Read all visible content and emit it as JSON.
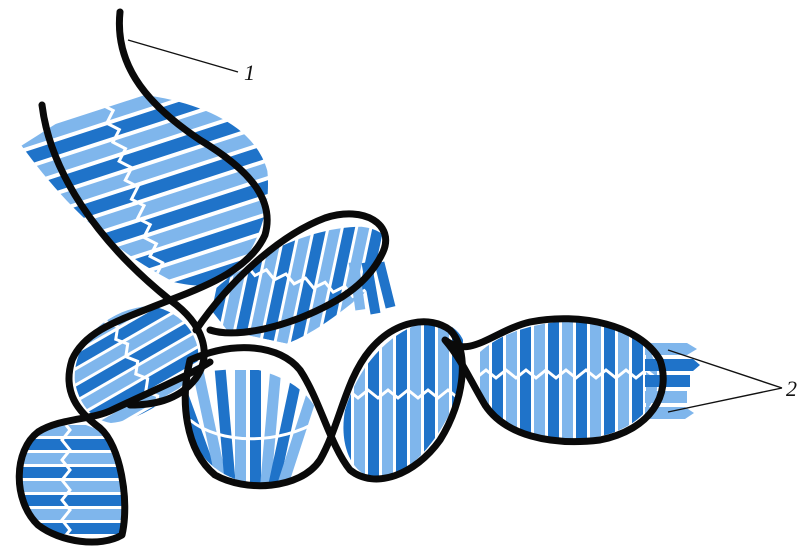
{
  "colors": {
    "dark_base": "#1f73c9",
    "light_base": "#7fb6ec",
    "strand": "#0a0a0a"
  },
  "labels": {
    "label_1": "1",
    "label_2": "2"
  },
  "icons": {
    "figure": "rna-secondary-structure-illustration"
  }
}
